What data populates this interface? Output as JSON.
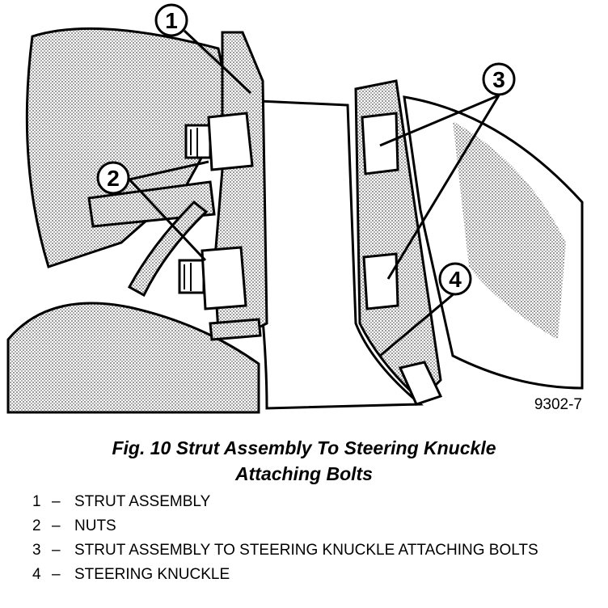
{
  "figure": {
    "callouts": [
      "1",
      "2",
      "3",
      "4"
    ],
    "figure_id": "9302-7",
    "colors": {
      "ink": "#000000",
      "paper": "#ffffff",
      "shade": "#b8b8b8"
    }
  },
  "caption": {
    "line1": "Fig. 10 Strut Assembly To Steering Knuckle",
    "line2": "Attaching Bolts"
  },
  "legend": {
    "dash": "–",
    "items": [
      {
        "num": "1",
        "text": "STRUT ASSEMBLY"
      },
      {
        "num": "2",
        "text": "NUTS"
      },
      {
        "num": "3",
        "text": "STRUT ASSEMBLY TO STEERING KNUCKLE ATTACHING BOLTS"
      },
      {
        "num": "4",
        "text": "STEERING KNUCKLE"
      }
    ]
  }
}
